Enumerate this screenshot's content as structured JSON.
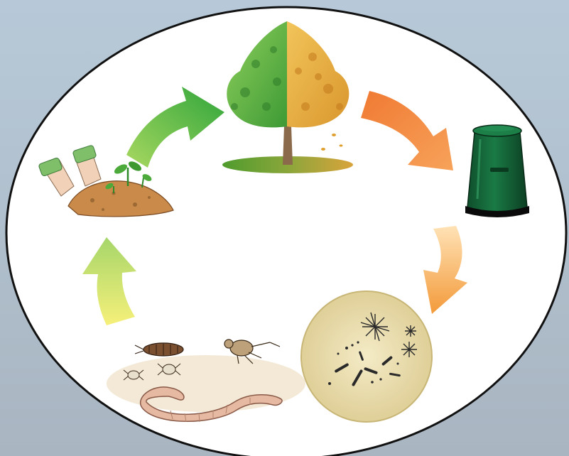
{
  "diagram": {
    "type": "cycle",
    "background_top": "#b7c9d8",
    "background_bottom": "#aab6c2",
    "circle_fill": "#ffffff",
    "circle_border": "#111111",
    "stages": [
      {
        "key": "tree",
        "icon": "tree-green-autumn-icon"
      },
      {
        "key": "compost-bin",
        "icon": "compost-bin-icon",
        "color": "#16693c"
      },
      {
        "key": "microorganisms",
        "icon": "microorganisms-petri-icon"
      },
      {
        "key": "soil-organisms",
        "icon": "worm-insects-icon"
      },
      {
        "key": "seedling-in-soil",
        "icon": "hands-soil-seedling-icon"
      }
    ],
    "arrows": [
      {
        "from": "seedling-in-soil",
        "to": "tree",
        "color_start": "#9bd15a",
        "color_end": "#3aaa3a"
      },
      {
        "from": "tree",
        "to": "compost-bin",
        "color_start": "#f08a3b",
        "color_end": "#ef5a22"
      },
      {
        "from": "compost-bin",
        "to": "microorganisms",
        "color_start": "#ffd08a",
        "color_end": "#f39a3a"
      },
      {
        "from": "soil-organisms",
        "to": "seedling-in-soil",
        "color_start": "#f2f07a",
        "color_end": "#9fd16b"
      }
    ]
  }
}
